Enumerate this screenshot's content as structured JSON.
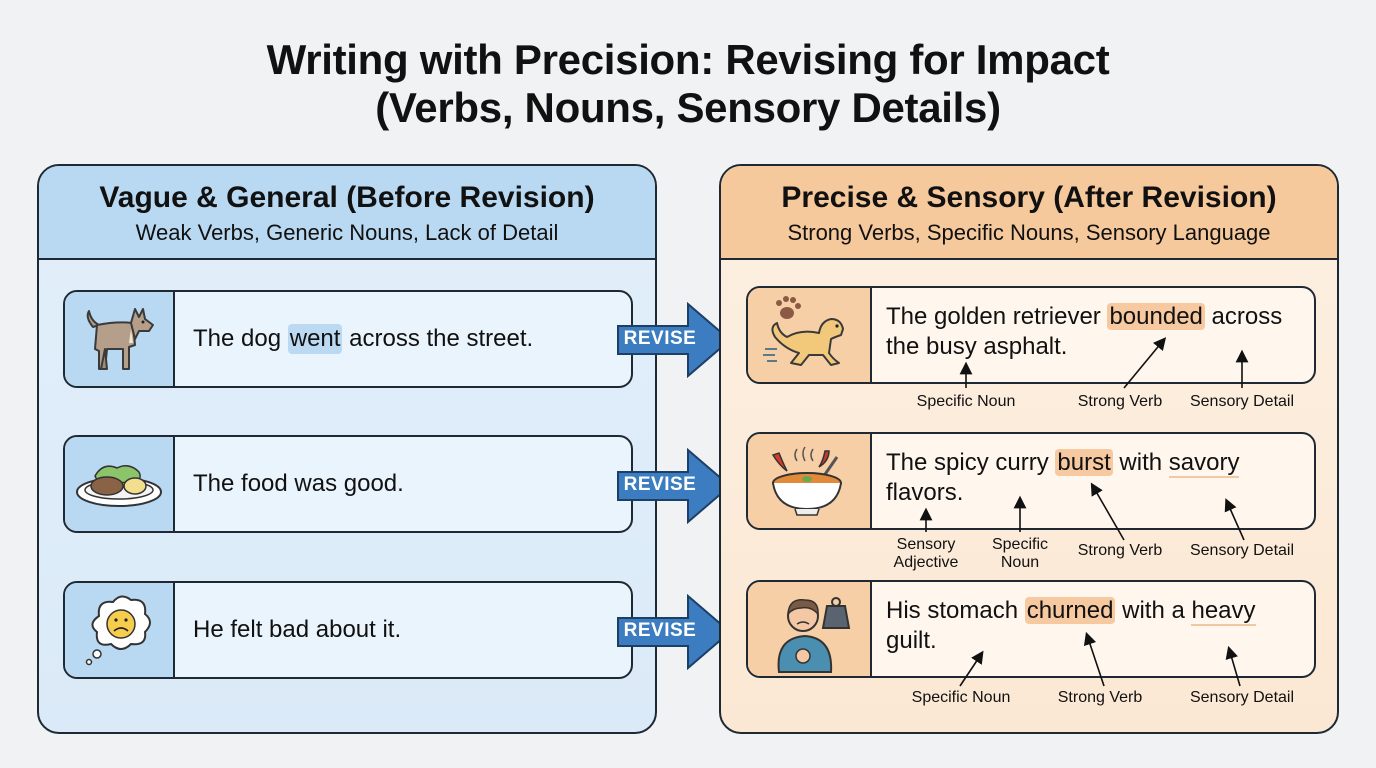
{
  "title_line1": "Writing with Precision: Revising for Impact",
  "title_line2": "(Verbs, Nouns, Sensory Details)",
  "before": {
    "heading": "Vague & General (Before Revision)",
    "subheading": "Weak Verbs, Generic Nouns, Lack of Detail",
    "items": [
      {
        "icon": "dog-icon",
        "pre": "The dog ",
        "highlight": "went",
        "post": " across the street."
      },
      {
        "icon": "food-plate-icon",
        "text": "The food was good."
      },
      {
        "icon": "sad-thought-bubble-icon",
        "text": "He felt bad about it."
      }
    ]
  },
  "revise_label": "REVISE",
  "after": {
    "heading": "Precise & Sensory (After Revision)",
    "subheading": "Strong Verbs, Specific Nouns, Sensory Language",
    "items": [
      {
        "icon": "running-golden-retriever-icon",
        "pre": "The golden retriever ",
        "highlight": "bounded",
        "post": " across",
        "line2": "the busy asphalt.",
        "annotations": [
          "Specific Noun",
          "Strong Verb",
          "Sensory Detail"
        ]
      },
      {
        "icon": "spicy-curry-bowl-icon",
        "pre": "The spicy curry ",
        "highlight": "burst",
        "mid": " with ",
        "underline": "savory",
        "line2": "flavors.",
        "annotations": [
          "Sensory Adjective",
          "Specific Noun",
          "Strong Verb",
          "Sensory Detail"
        ]
      },
      {
        "icon": "guilty-person-weight-icon",
        "pre": "His stomach ",
        "highlight": "churned",
        "mid": " with a ",
        "underline": "heavy",
        "line2": "guilt.",
        "annotations": [
          "Specific Noun",
          "Strong Verb",
          "Sensory Detail"
        ]
      }
    ]
  },
  "colors": {
    "before_header": "#b9d8f1",
    "after_header": "#f6c99c",
    "revise_arrow": "#3b7dc0",
    "verb_highlight_before": "#bcd9f2",
    "verb_highlight_after": "#f7c9a0"
  }
}
